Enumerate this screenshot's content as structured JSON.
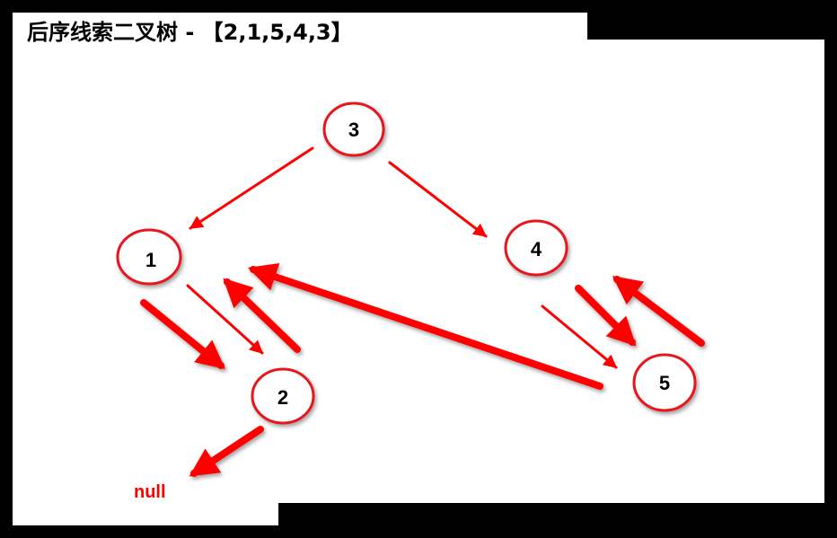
{
  "title": "后序线索二叉树 - 【2,1,5,4,3】",
  "null_label": "null",
  "colors": {
    "background": "#000000",
    "panel": "#ffffff",
    "accent": "#ff0000",
    "text": "#000000"
  },
  "nodes": [
    {
      "id": "n3",
      "label": "3"
    },
    {
      "id": "n1",
      "label": "1"
    },
    {
      "id": "n4",
      "label": "4"
    },
    {
      "id": "n2",
      "label": "2"
    },
    {
      "id": "n5",
      "label": "5"
    }
  ],
  "edges": [
    {
      "from": "3",
      "to": "1",
      "kind": "child"
    },
    {
      "from": "3",
      "to": "4",
      "kind": "child"
    },
    {
      "from": "1",
      "to": "2",
      "kind": "child"
    },
    {
      "from": "4",
      "to": "5",
      "kind": "child"
    },
    {
      "from": "1",
      "to": "2",
      "kind": "thread"
    },
    {
      "from": "2",
      "to": "1",
      "kind": "thread"
    },
    {
      "from": "4",
      "to": "5",
      "kind": "thread"
    },
    {
      "from": "5",
      "to": "4",
      "kind": "thread"
    },
    {
      "from": "5",
      "to": "1",
      "kind": "thread"
    },
    {
      "from": "2",
      "to": "null",
      "kind": "thread"
    }
  ]
}
